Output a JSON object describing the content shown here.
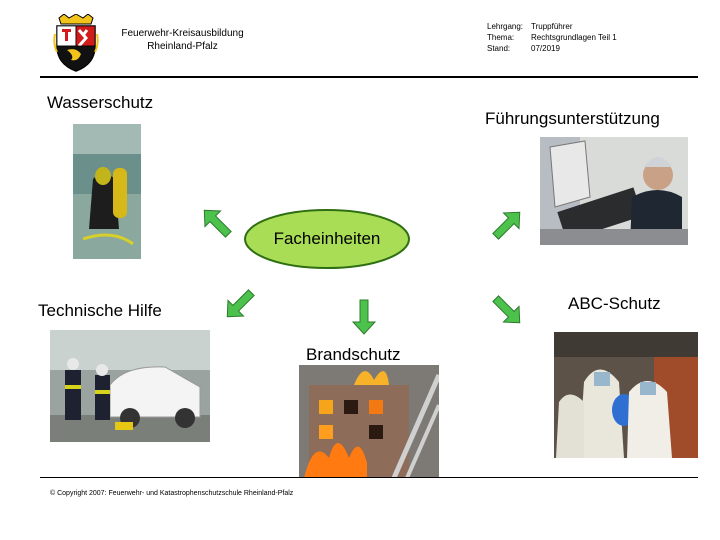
{
  "header": {
    "org_line1": "Feuerwehr-Kreisausbildung",
    "org_line2": "Rheinland-Pfalz",
    "meta": [
      {
        "key": "Lehrgang:",
        "value": "Truppführer"
      },
      {
        "key": "Thema:",
        "value": "Rechtsgrundlagen Teil 1"
      },
      {
        "key": "Stand:",
        "value": "07/2019"
      }
    ]
  },
  "center": {
    "label": "Facheinheiten",
    "color": "#a8dd55"
  },
  "units": {
    "wasserschutz": "Wasserschutz",
    "fuehrung": "Führungsunterstützung",
    "technische_hilfe": "Technische Hilfe",
    "brandschutz": "Brandschutz",
    "abc": "ABC-Schutz"
  },
  "arrow_color": "#4cc14c",
  "footer": "© Copyright 2007: Feuerwehr- und Katastrophenschutzschule Rheinland-Pfalz"
}
